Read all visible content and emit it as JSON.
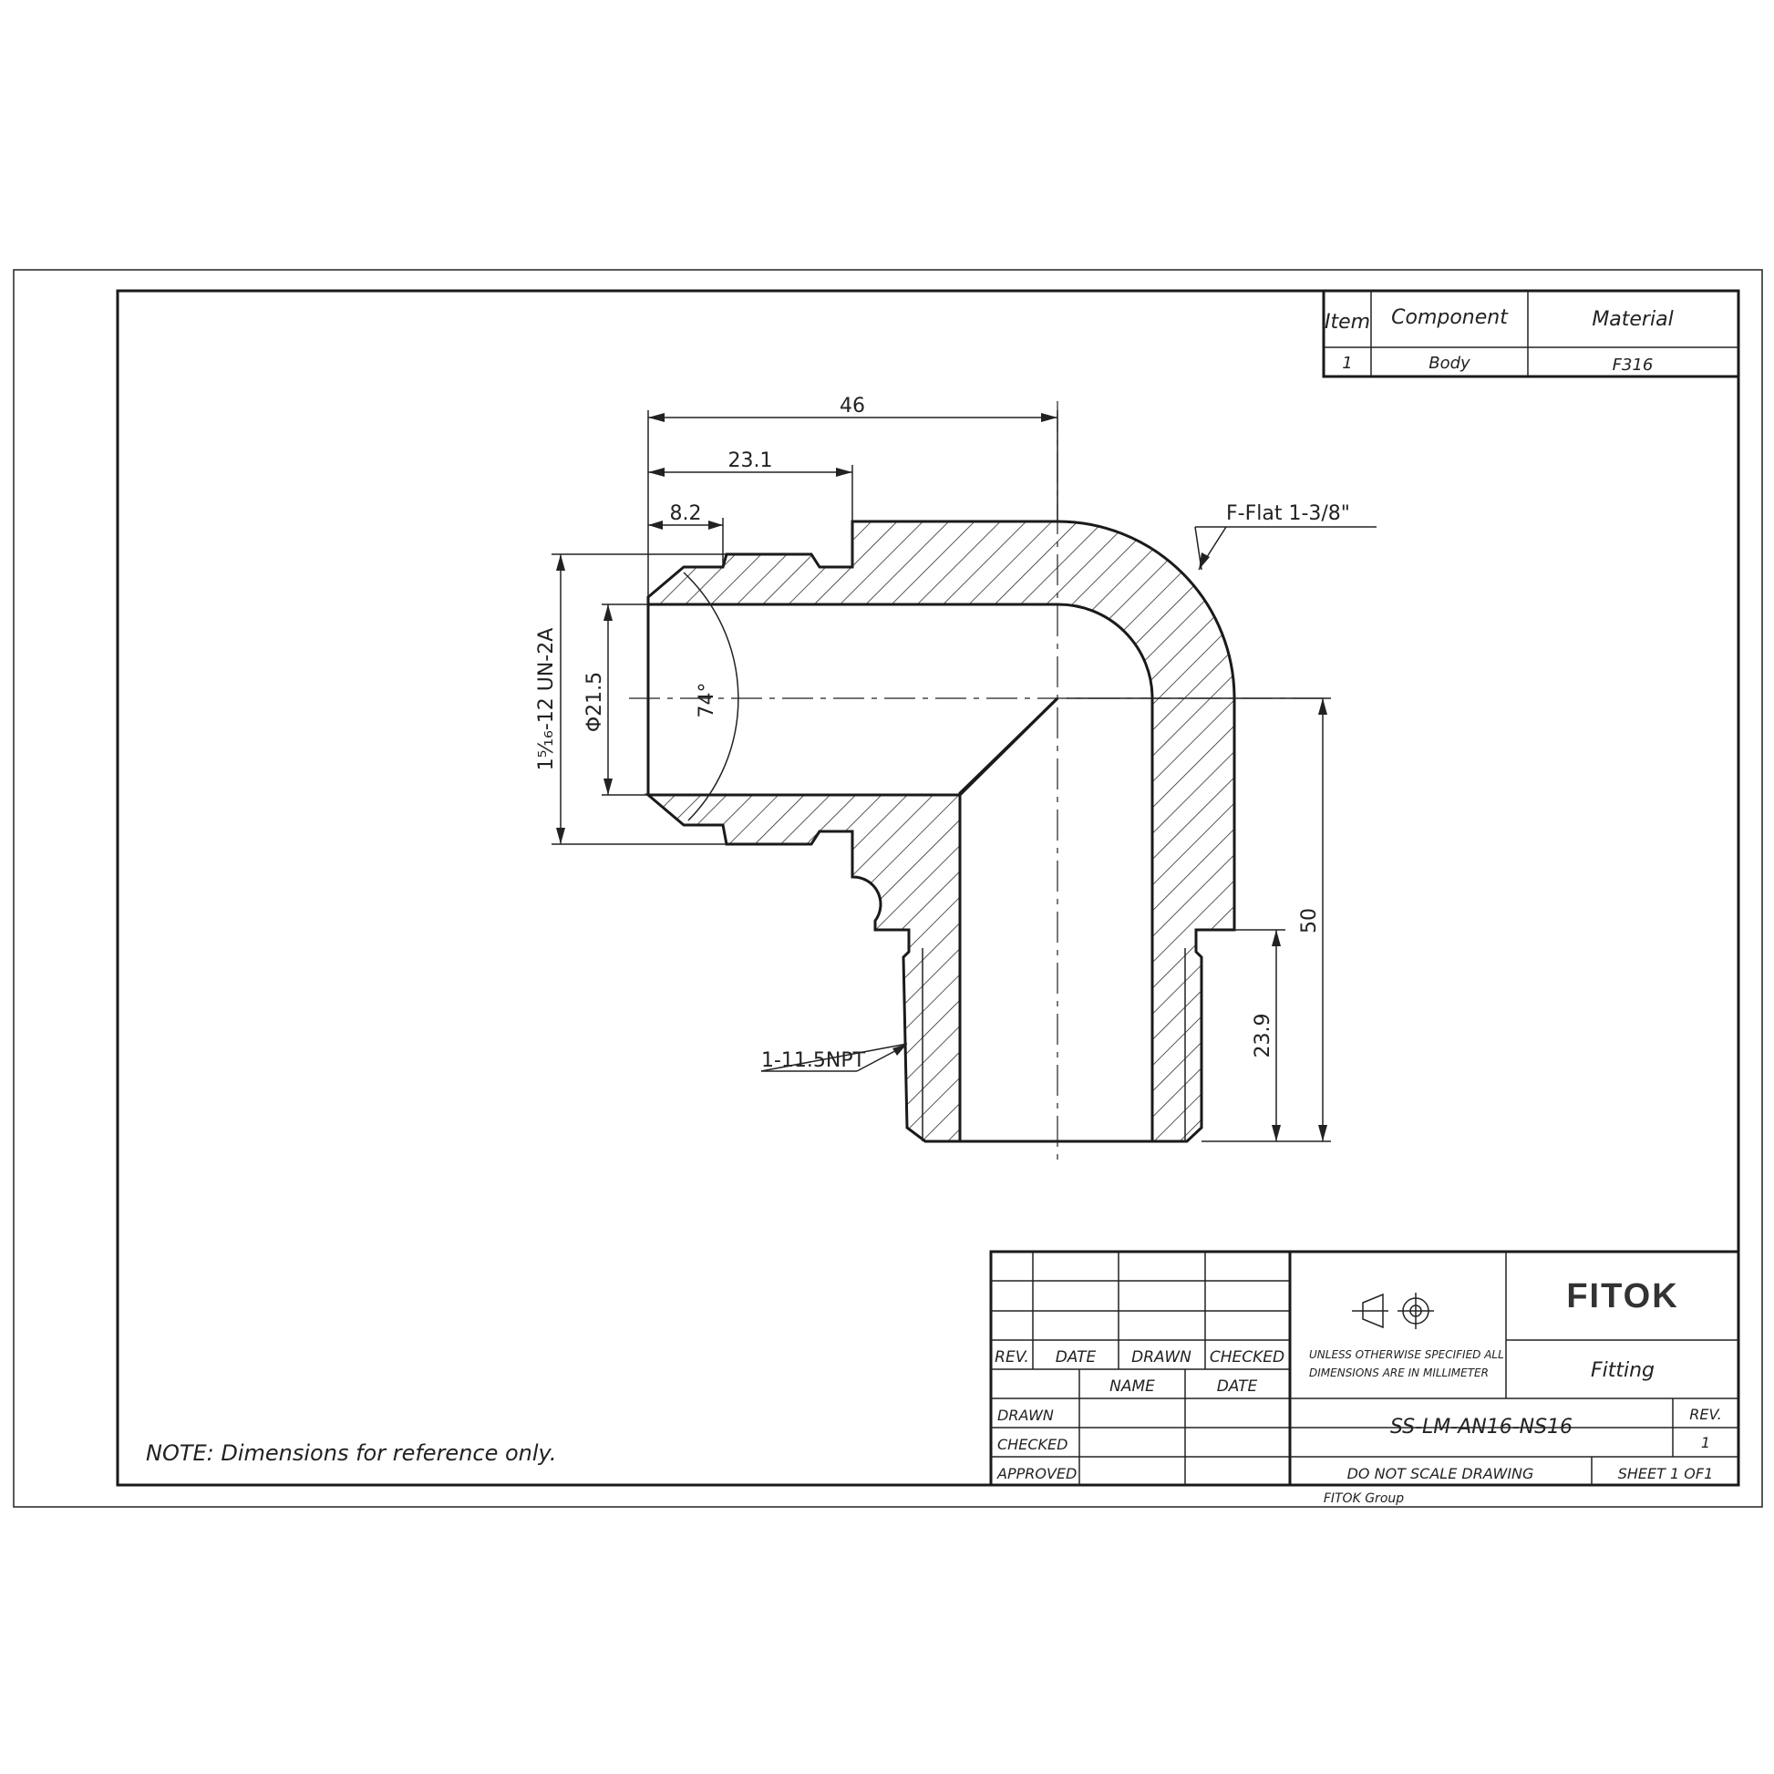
{
  "bom": {
    "headers": [
      "Item",
      "Component",
      "Material"
    ],
    "rows": [
      [
        "1",
        "Body",
        "F316"
      ]
    ]
  },
  "dimensions": {
    "len_46": "46",
    "len_23_1": "23.1",
    "len_8_2": "8.2",
    "thread_un": "1⁵⁄₁₆-12 UN-2A",
    "bore_dia": "Φ21.5",
    "angle": "74°",
    "flat": "F-Flat 1-3/8\"",
    "npt": "1-11.5NPT",
    "len_50": "50",
    "len_23_9": "23.9"
  },
  "note": "NOTE: Dimensions for reference only.",
  "title_block": {
    "rev_headers": [
      "REV.",
      "DATE",
      "DRAWN",
      "CHECKED"
    ],
    "name_headers": [
      "NAME",
      "DATE"
    ],
    "roles": [
      "DRAWN",
      "CHECKED",
      "APPROVED"
    ],
    "units_note_1": "UNLESS OTHERWISE SPECIFIED ALL",
    "units_note_2": "DIMENSIONS ARE IN MILLIMETER",
    "company": "FITOK",
    "title": "Fitting",
    "part_number": "SS-LM-AN16-NS16",
    "rev_label": "REV.",
    "rev_value": "1",
    "scale_note": "DO NOT SCALE DRAWING",
    "sheet": "SHEET 1 OF1",
    "group": "FITOK Group"
  },
  "colors": {
    "line": "#1a1a1a",
    "paper": "#ffffff"
  },
  "icons": [
    "projection-cone-icon",
    "projection-circle-icon"
  ]
}
